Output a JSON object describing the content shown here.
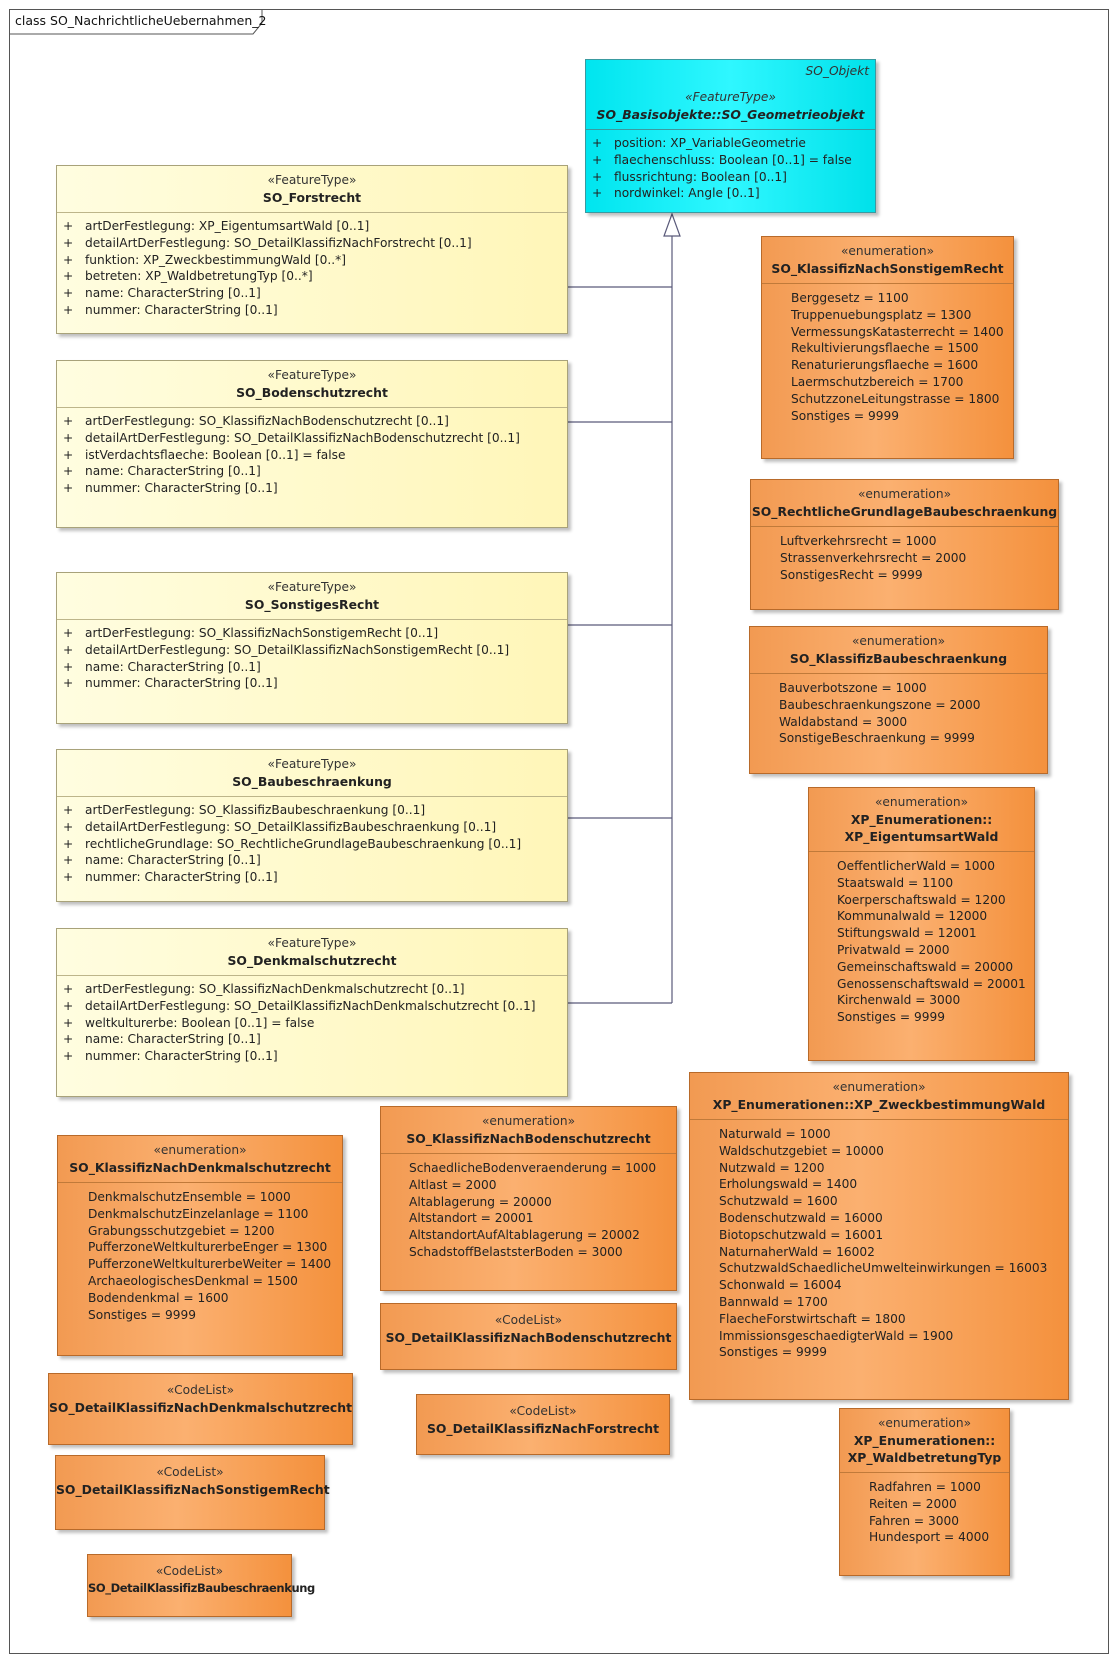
{
  "diagram_title": "class SO_NachrichtlicheUebernahmen_2",
  "base_class": {
    "package": "SO_Objekt",
    "stereotype": "«FeatureType»",
    "name": "SO_Basisobjekte::SO_Geometrieobjekt",
    "attributes": [
      "position: XP_VariableGeometrie",
      "flaechenschluss: Boolean [0..1] = false",
      "flussrichtung: Boolean [0..1]",
      "nordwinkel: Angle [0..1]"
    ]
  },
  "feature_types": [
    {
      "stereotype": "«FeatureType»",
      "name": "SO_Forstrecht",
      "attributes": [
        "artDerFestlegung: XP_EigentumsartWald [0..1]",
        "detailArtDerFestlegung: SO_DetailKlassifizNachForstrecht [0..1]",
        "funktion: XP_ZweckbestimmungWald [0..*]",
        "betreten: XP_WaldbetretungTyp [0..*]",
        "name: CharacterString [0..1]",
        "nummer: CharacterString [0..1]"
      ]
    },
    {
      "stereotype": "«FeatureType»",
      "name": "SO_Bodenschutzrecht",
      "attributes": [
        "artDerFestlegung: SO_KlassifizNachBodenschutzrecht [0..1]",
        "detailArtDerFestlegung: SO_DetailKlassifizNachBodenschutzrecht [0..1]",
        "istVerdachtsflaeche: Boolean [0..1] = false",
        "name: CharacterString [0..1]",
        "nummer: CharacterString [0..1]"
      ]
    },
    {
      "stereotype": "«FeatureType»",
      "name": "SO_SonstigesRecht",
      "attributes": [
        "artDerFestlegung: SO_KlassifizNachSonstigemRecht [0..1]",
        "detailArtDerFestlegung: SO_DetailKlassifizNachSonstigemRecht [0..1]",
        "name: CharacterString [0..1]",
        "nummer: CharacterString [0..1]"
      ]
    },
    {
      "stereotype": "«FeatureType»",
      "name": "SO_Baubeschraenkung",
      "attributes": [
        "artDerFestlegung: SO_KlassifizBaubeschraenkung [0..1]",
        "detailArtDerFestlegung: SO_DetailKlassifizBaubeschraenkung [0..1]",
        "rechtlicheGrundlage: SO_RechtlicheGrundlageBaubeschraenkung [0..1]",
        "name: CharacterString [0..1]",
        "nummer: CharacterString [0..1]"
      ]
    },
    {
      "stereotype": "«FeatureType»",
      "name": "SO_Denkmalschutzrecht",
      "attributes": [
        "artDerFestlegung: SO_KlassifizNachDenkmalschutzrecht [0..1]",
        "detailArtDerFestlegung: SO_DetailKlassifizNachDenkmalschutzrecht [0..1]",
        "weltkulturerbe: Boolean [0..1] = false",
        "name: CharacterString [0..1]",
        "nummer: CharacterString [0..1]"
      ]
    }
  ],
  "enumerations": [
    {
      "stereotype": "«enumeration»",
      "name": [
        "SO_KlassifizNachSonstigemRecht"
      ],
      "literals": [
        "Berggesetz = 1100",
        "Truppenuebungsplatz = 1300",
        "VermessungsKatasterrecht = 1400",
        "Rekultivierungsflaeche = 1500",
        "Renaturierungsflaeche = 1600",
        "Laermschutzbereich = 1700",
        "SchutzzoneLeitungstrasse = 1800",
        "Sonstiges = 9999"
      ]
    },
    {
      "stereotype": "«enumeration»",
      "name": [
        "SO_RechtlicheGrundlageBaubeschraenkung"
      ],
      "literals": [
        "Luftverkehrsrecht = 1000",
        "Strassenverkehrsrecht = 2000",
        "SonstigesRecht = 9999"
      ]
    },
    {
      "stereotype": "«enumeration»",
      "name": [
        "SO_KlassifizBaubeschraenkung"
      ],
      "literals": [
        "Bauverbotszone = 1000",
        "Baubeschraenkungszone = 2000",
        "Waldabstand = 3000",
        "SonstigeBeschraenkung = 9999"
      ]
    },
    {
      "stereotype": "«enumeration»",
      "name": [
        "XP_Enumerationen::",
        "XP_EigentumsartWald"
      ],
      "literals": [
        "OeffentlicherWald = 1000",
        "Staatswald = 1100",
        "Koerperschaftswald = 1200",
        "Kommunalwald = 12000",
        "Stiftungswald = 12001",
        "Privatwald = 2000",
        "Gemeinschaftswald = 20000",
        "Genossenschaftswald = 20001",
        "Kirchenwald = 3000",
        "Sonstiges = 9999"
      ]
    },
    {
      "stereotype": "«enumeration»",
      "name": [
        "XP_Enumerationen::XP_ZweckbestimmungWald"
      ],
      "literals": [
        "Naturwald = 1000",
        "Waldschutzgebiet = 10000",
        "Nutzwald = 1200",
        "Erholungswald = 1400",
        "Schutzwald = 1600",
        "Bodenschutzwald = 16000",
        "Biotopschutzwald = 16001",
        "NaturnaherWald = 16002",
        "SchutzwaldSchaedlicheUmwelteinwirkungen = 16003",
        "Schonwald = 16004",
        "Bannwald = 1700",
        "FlaecheForstwirtschaft = 1800",
        "ImmissionsgeschaedigterWald = 1900",
        "Sonstiges = 9999"
      ]
    },
    {
      "stereotype": "«enumeration»",
      "name": [
        "XP_Enumerationen::",
        "XP_WaldbetretungTyp"
      ],
      "literals": [
        "Radfahren = 1000",
        "Reiten = 2000",
        "Fahren = 3000",
        "Hundesport = 4000"
      ]
    },
    {
      "stereotype": "«enumeration»",
      "name": [
        "SO_KlassifizNachDenkmalschutzrecht"
      ],
      "literals": [
        "DenkmalschutzEnsemble = 1000",
        "DenkmalschutzEinzelanlage = 1100",
        "Grabungsschutzgebiet = 1200",
        "PufferzoneWeltkulturerbeEnger = 1300",
        "PufferzoneWeltkulturerbeWeiter = 1400",
        "ArchaeologischesDenkmal = 1500",
        "Bodendenkmal = 1600",
        "Sonstiges = 9999"
      ]
    },
    {
      "stereotype": "«enumeration»",
      "name": [
        "SO_KlassifizNachBodenschutzrecht"
      ],
      "literals": [
        "SchaedlicheBodenveraenderung = 1000",
        "Altlast = 2000",
        "Altablagerung = 20000",
        "Altstandort = 20001",
        "AltstandortAufAltablagerung = 20002",
        "SchadstoffBelaststerBoden = 3000"
      ]
    }
  ],
  "codelists": [
    {
      "stereotype": "«CodeList»",
      "name": "SO_DetailKlassifizNachBodenschutzrecht"
    },
    {
      "stereotype": "«CodeList»",
      "name": "SO_DetailKlassifizNachDenkmalschutzrecht"
    },
    {
      "stereotype": "«CodeList»",
      "name": "SO_DetailKlassifizNachForstrecht"
    },
    {
      "stereotype": "«CodeList»",
      "name": "SO_DetailKlassifizNachSonstigemRecht"
    },
    {
      "stereotype": "«CodeList»",
      "name": "SO_DetailKlassifizBaubeschraenkung"
    }
  ],
  "colors": {
    "feature_type": "#fff8c4",
    "enumeration": "#f89e50",
    "base_class": "#16f1f8",
    "connector": "#5a5a7a"
  }
}
